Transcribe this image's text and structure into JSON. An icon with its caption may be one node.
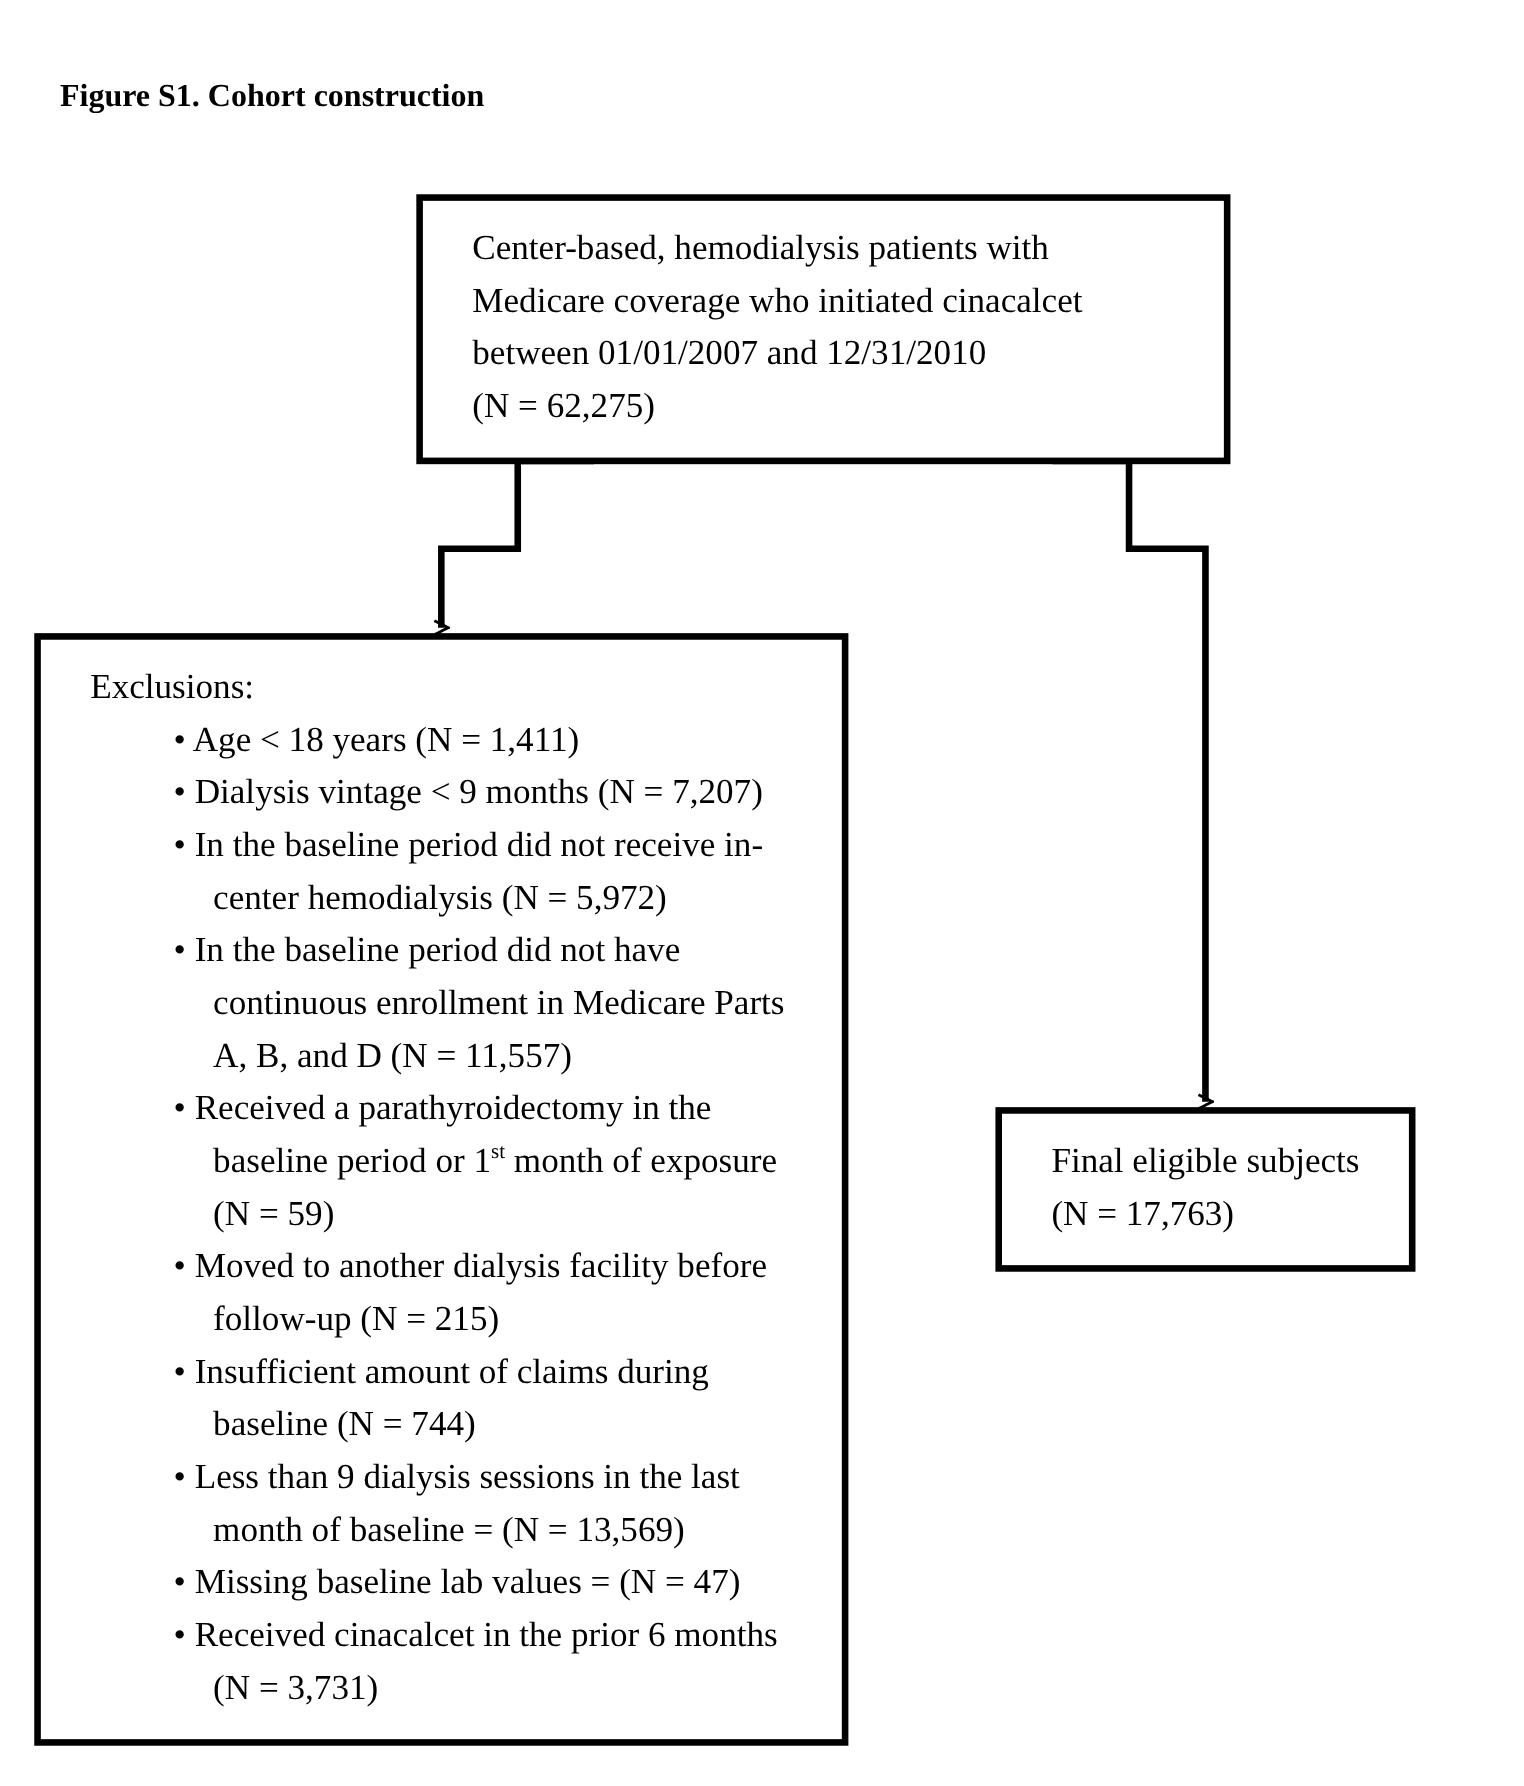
{
  "diagram": {
    "title": "Figure S1. Cohort construction",
    "nodes": [
      {
        "text": [
          "Center-based, hemodialysis patients with Medicare coverage who initiated cinacalcet between 01/01/2007 and 12/31/2010",
          "(N = 62,275)"
        ]
      },
      {
        "text": [
          "Exclusions:",
          "• Age < 18 years (N = 1,411)",
          "• Dialysis vintage < 9 months (N = 7,207)",
          "• In the baseline period did not receive in-center hemodialysis (N = 5,972)",
          "• In the baseline period did not have continuous enrollment in Medicare Parts A, B, and D (N = 11,557)",
          "• Received a parathyroidectomy in the baseline period or 1$^{st}$ month of exposure (N = 59)",
          "• Moved to another dialysis facility before follow-up (N = 215)",
          "• Insufficient amount of claims during baseline (N = 744)",
          "• Less than 9 dialysis sessions in the last month of baseline = (N = 13,569)",
          "• Missing baseline lab values = (N = 47)",
          "• Received cinacalcet in the prior 6 months (N = 3,731)"
        ]
      },
      {
        "text": [
          "Final eligible subjects",
          "(N = 17,763)"
        ]
      }
    ],
    "edges": [
      {
        "from": 0,
        "to": 1,
        "arrow": "to"
      },
      {
        "from": 0,
        "to": 2,
        "arrow": "to"
      }
    ]
  }
}
